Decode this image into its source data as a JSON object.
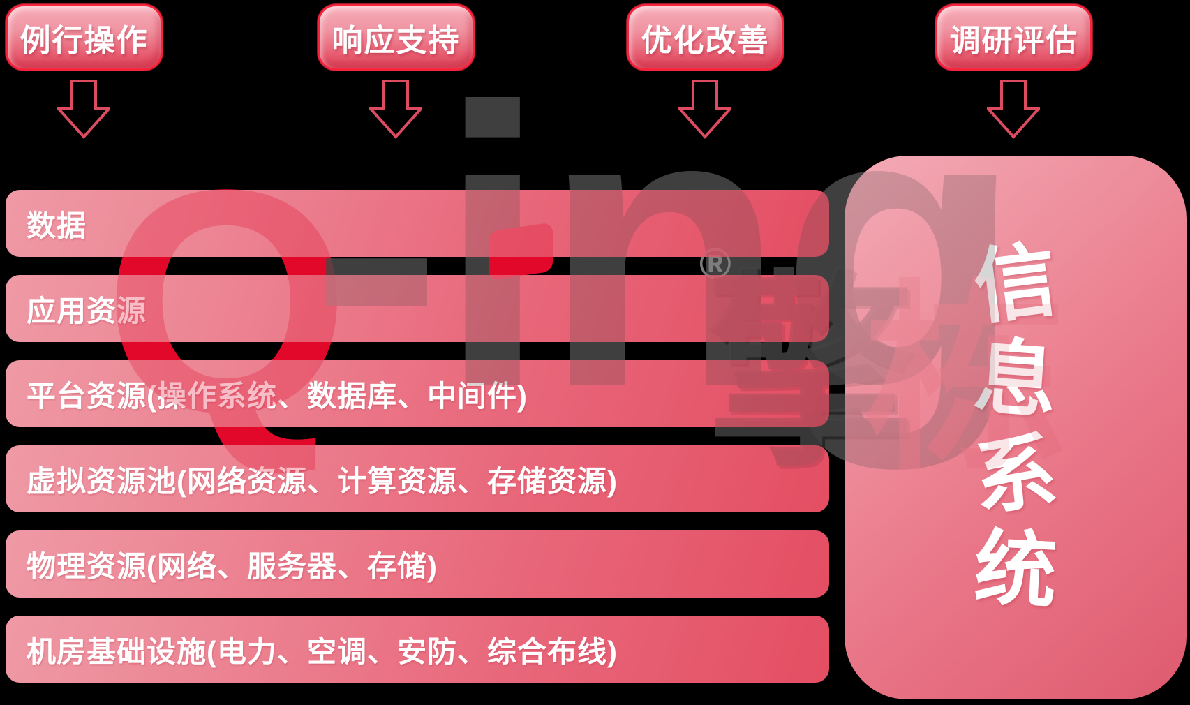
{
  "top_buttons": [
    {
      "label": "例行操作"
    },
    {
      "label": "响应支持"
    },
    {
      "label": "优化改善"
    },
    {
      "label": "调研评估"
    }
  ],
  "layer_bars": [
    {
      "label": "数据"
    },
    {
      "label": "应用资源"
    },
    {
      "label": "平台资源(操作系统、数据库、中间件)"
    },
    {
      "label": "虚拟资源池(网络资源、计算资源、存储资源)"
    },
    {
      "label": "物理资源(网络、服务器、存储)"
    },
    {
      "label": "机房基础设施(电力、空调、安防、综合布线)"
    }
  ],
  "system_box": {
    "label": "信息系统",
    "chars": [
      "信",
      "息",
      "系",
      "统"
    ]
  },
  "watermark": {
    "logo_q": "Q",
    "logo_rest": "-ing",
    "registered": "®",
    "cjk_1": "擎",
    "cjk_2": "栋"
  },
  "colors": {
    "background": "#000000",
    "button_border": "#f8243e",
    "button_gradient_top": "#f7adb9",
    "button_gradient_bottom": "#e04a60",
    "bar_gradient_left": "#ef9aa6",
    "bar_gradient_right": "#e44e63",
    "box_gradient_top": "#f3abb6",
    "box_gradient_bottom": "#df5a6e",
    "arrow_outline": "#dd4b60",
    "watermark_red": "#e2082a",
    "text": "#ffffff"
  }
}
